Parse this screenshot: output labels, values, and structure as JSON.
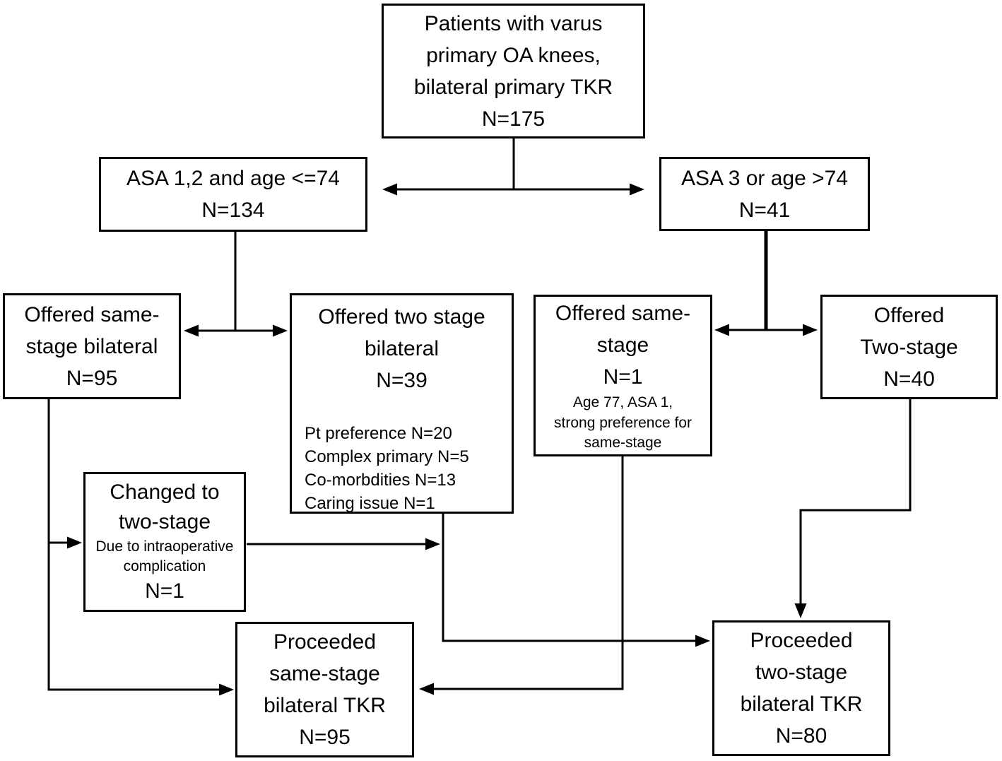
{
  "diagram": {
    "type": "flowchart",
    "background_color": "#ffffff",
    "line_color": "#000000",
    "boxes": {
      "patients_root": {
        "line1": "Patients with varus",
        "line2": "primary OA knees,",
        "line3": "bilateral primary TKR",
        "n": "N=175"
      },
      "asa12": {
        "line1": "ASA 1,2 and age <=74",
        "n": "N=134"
      },
      "asa3": {
        "line1": "ASA 3 or age >74",
        "n": "N=41"
      },
      "offered_same_stage_bilateral": {
        "line1": "Offered same-",
        "line2": "stage bilateral",
        "n": "N=95"
      },
      "offered_two_stage_bilateral": {
        "line1": "Offered two stage",
        "line2": "bilateral",
        "n": "N=39",
        "reason1": "Pt preference N=20",
        "reason2": "Complex primary N=5",
        "reason3": "Co-morbdities N=13",
        "reason4": "Caring issue N=1"
      },
      "offered_same_stage": {
        "line1": "Offered same-",
        "line2": "stage",
        "n": "N=1",
        "note1": "Age 77, ASA 1,",
        "note2": "strong preference for",
        "note3": "same-stage"
      },
      "offered_two_stage": {
        "line1": "Offered",
        "line2": "Two-stage",
        "n": "N=40"
      },
      "changed_to_two_stage": {
        "line1": "Changed to",
        "line2": "two-stage",
        "note1": "Due to intraoperative",
        "note2": "complication",
        "n": "N=1"
      },
      "proceeded_same_stage": {
        "line1": "Proceeded",
        "line2": "same-stage",
        "line3": "bilateral TKR",
        "n": "N=95"
      },
      "proceeded_two_stage": {
        "line1": "Proceeded",
        "line2": "two-stage",
        "line3": "bilateral TKR",
        "n": "N=80"
      }
    }
  }
}
